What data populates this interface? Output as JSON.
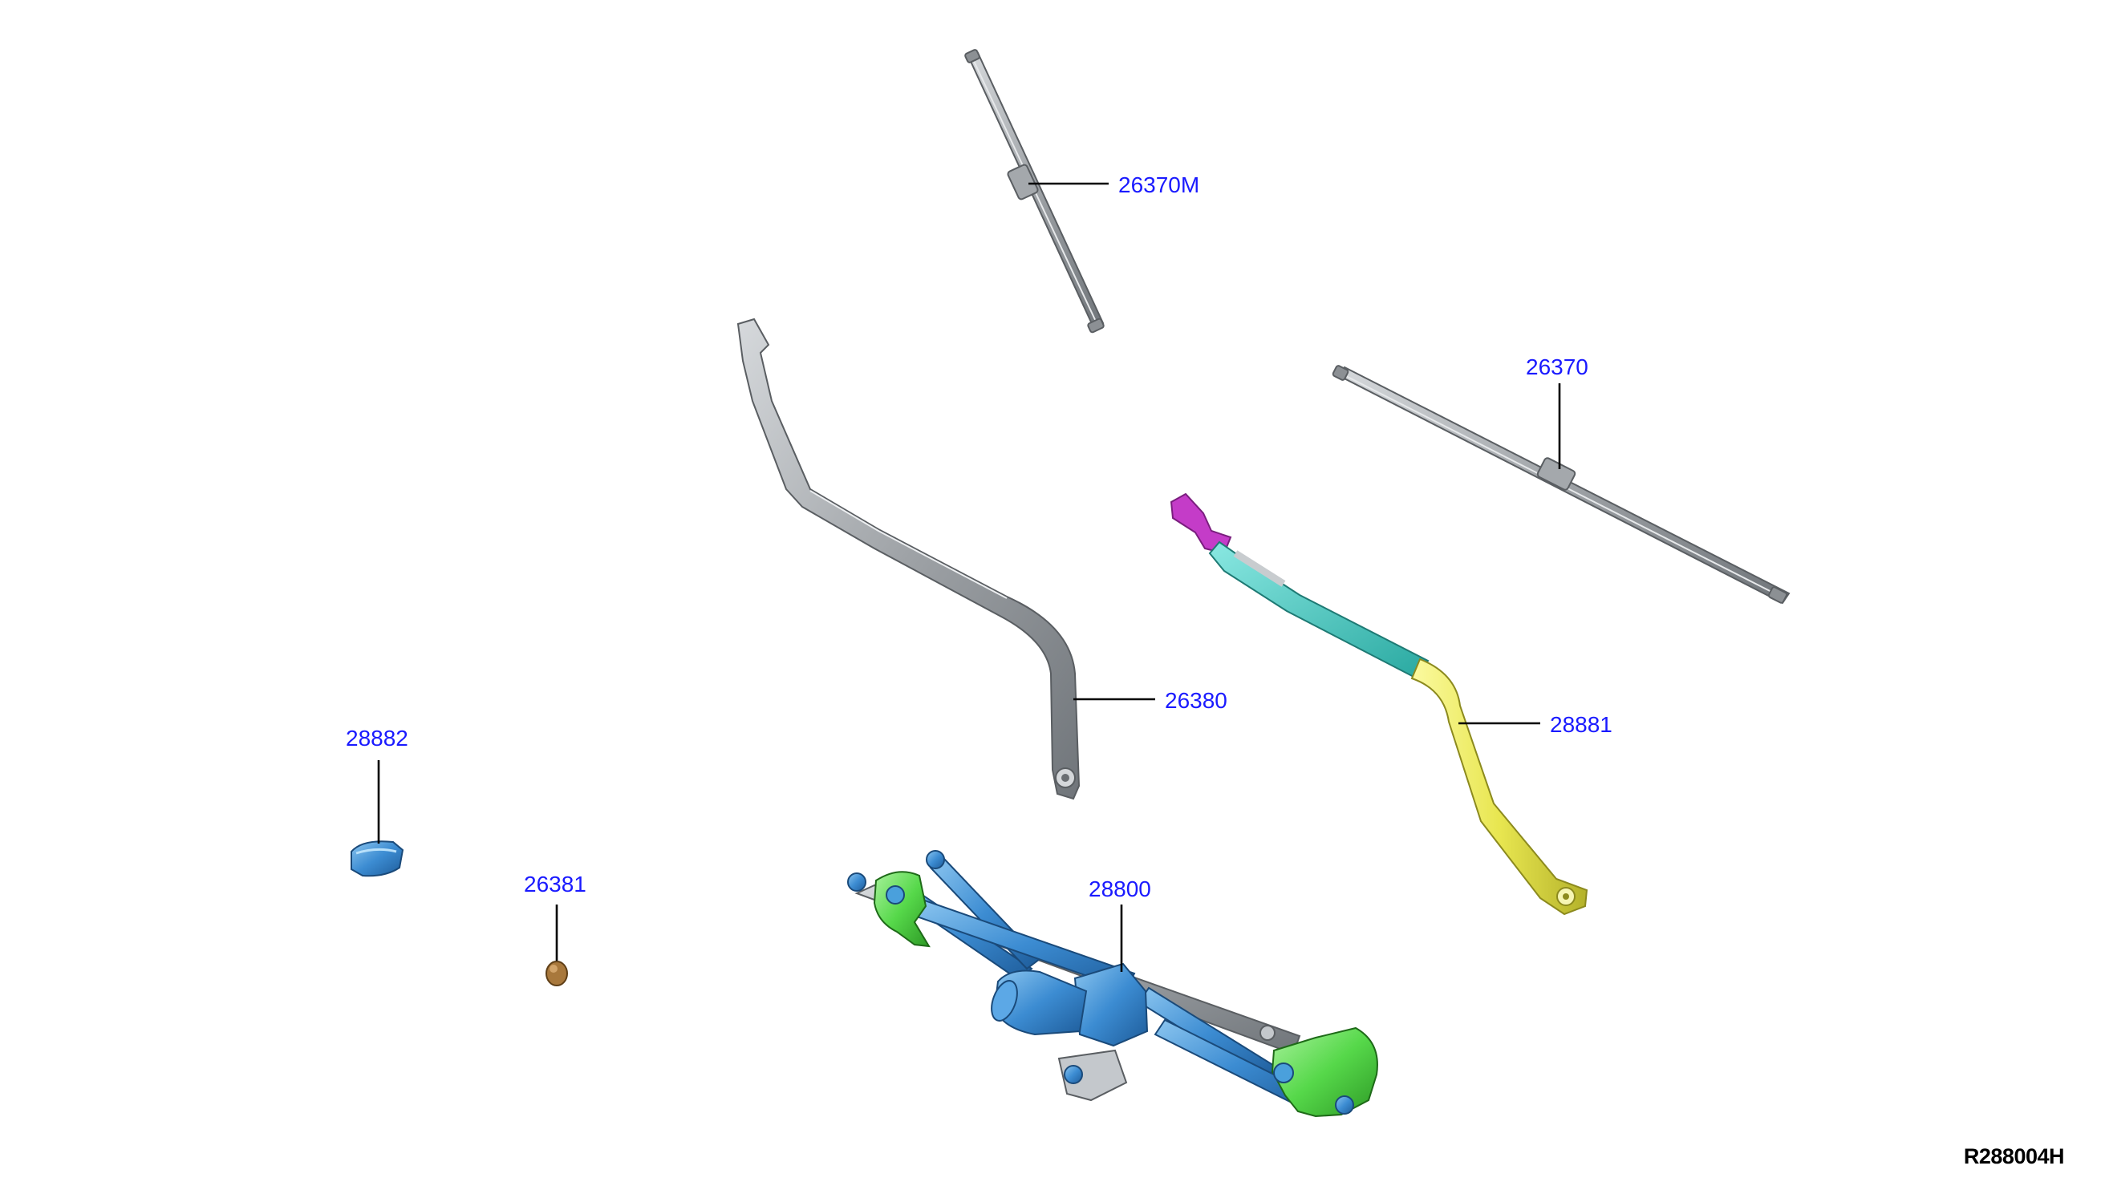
{
  "diagram": {
    "reference_code": "R288004H",
    "parts": [
      {
        "id": "26370M",
        "label": "26370M",
        "item": "wiper-blade-assist",
        "color": "#a0a4a8"
      },
      {
        "id": "26370",
        "label": "26370",
        "item": "wiper-blade-drive",
        "color": "#a0a4a8"
      },
      {
        "id": "26380",
        "label": "26380",
        "item": "wiper-arm-assist",
        "color": "#b4b8bc"
      },
      {
        "id": "28881",
        "label": "28881",
        "item": "wiper-arm-drive",
        "colors": [
          "#c43cc8",
          "#3cc8c0",
          "#e8e650"
        ]
      },
      {
        "id": "28882",
        "label": "28882",
        "item": "pivot-cap",
        "color": "#3c8cd2"
      },
      {
        "id": "26381",
        "label": "26381",
        "item": "arm-nut-cap",
        "color": "#a8783c"
      },
      {
        "id": "28800",
        "label": "28800",
        "item": "wiper-motor-and-linkage",
        "colors": [
          "#4aa0dc",
          "#58e050",
          "#b8bcc0"
        ]
      }
    ],
    "label_color": "#1a1aff"
  }
}
